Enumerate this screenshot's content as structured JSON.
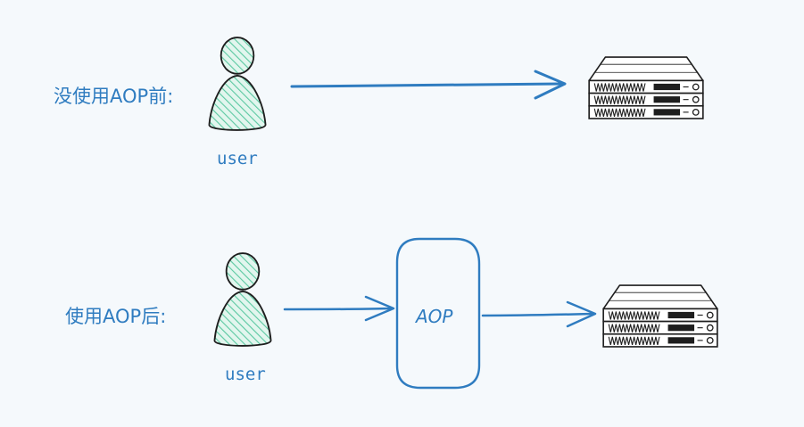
{
  "diagram": {
    "before": {
      "label": "没使用AOP前:",
      "user_label": "user"
    },
    "after": {
      "label": "使用AOP后:",
      "user_label": "user",
      "aop_box_label": "AOP"
    }
  },
  "colors": {
    "background": "#f5f9fc",
    "accent_blue": "#2f7cc0",
    "user_fill": "#5cc9a2",
    "outline": "#1e1e1e"
  },
  "icons": {
    "user": "person-icon",
    "server": "server-rack-icon"
  }
}
